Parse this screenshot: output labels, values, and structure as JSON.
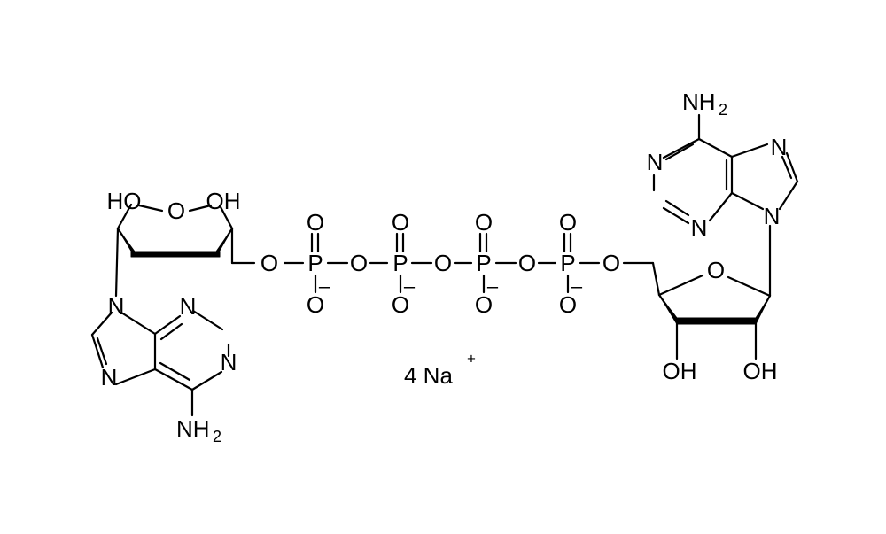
{
  "labels": {
    "HO": "HO",
    "OH": "OH",
    "O": "O",
    "N": "N",
    "NH": "NH",
    "two": "2",
    "P": "P",
    "minus": "–",
    "na_count": "4 Na",
    "plus": "+"
  }
}
